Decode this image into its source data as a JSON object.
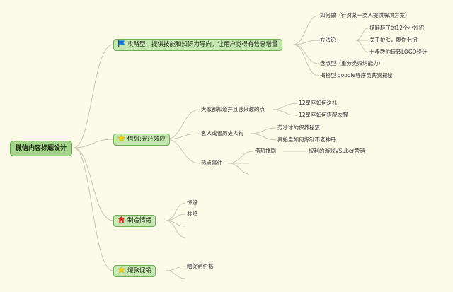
{
  "mindmap": {
    "root": "微信内容标题设计",
    "branches": [
      {
        "label": "攻略型：提供技能和知识为导向，让用户觉得有信息增量",
        "icon": "blue-flag-icon",
        "children": [
          {
            "label": "如何做（针对某一类人提供解决方案）"
          },
          {
            "label": "方法论",
            "children": [
              "搽鞋鞋子的12个小妙招",
              "关于护肤，賜你七招",
              "七步教你玩转LOGO设计"
            ]
          },
          {
            "label": "盘点型（重分类归纳能力）"
          },
          {
            "label": "揭秘型 google程序员薪资探秘"
          }
        ]
      },
      {
        "label": "借势:光环效应",
        "icon": "yellow-star-icon",
        "children": [
          {
            "label": "大家都知道并且感兴趣的点",
            "children": [
              "12星座如何送礼",
              "12星座如何搭配衣服"
            ]
          },
          {
            "label": "名人或者历史人物",
            "children": [
              "范冰冰的保养秘笈",
              "秦始皇如何炼制不老神丹"
            ]
          },
          {
            "label": "热点事件",
            "children": [
              "借热播剧"
            ],
            "grandchild": "权利的游戏VSuber营销"
          }
        ]
      },
      {
        "label": "制造情绪",
        "icon": "house-icon",
        "children": [
          {
            "label": "惊讶"
          },
          {
            "label": "共鸣"
          }
        ]
      },
      {
        "label": "爆款促销",
        "icon": "yellow-star-icon",
        "children": [
          {
            "label": "晒促销价格"
          }
        ]
      }
    ]
  },
  "colors": {
    "background": "#fcfbe9",
    "node_fill": "#c4e6b0",
    "node_border": "#6fae55",
    "link": "#c8c8b6",
    "flag": "#1f6fd6",
    "star": "#f2cf1e",
    "house": "#d9342b"
  }
}
